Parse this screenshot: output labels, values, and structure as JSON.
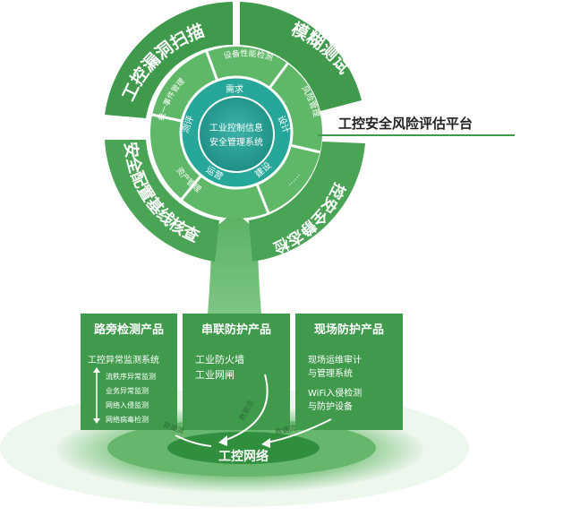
{
  "outer_ring": {
    "left_top": "工控漏洞扫描",
    "right_top": "模糊测试",
    "left_bottom": "安全配置基线核查",
    "right_bottom": "工控安全静态检查"
  },
  "middle_ring": {
    "top": "设备性能检测",
    "right_top": "风险管理",
    "right_bottom": "……",
    "left_bottom": "资产管理",
    "left_top": "统一事件管理"
  },
  "inner_ring": {
    "top": "需求",
    "right": "设计",
    "bottom_right": "建设",
    "bottom_left": "运营",
    "left": "测评"
  },
  "center": {
    "line1": "工业控制信息",
    "line2": "安全管理系统"
  },
  "platform_label": "工控安全风险评估平台",
  "panels": [
    {
      "title": "路旁检测产品",
      "items": [
        "工控异常监测系统",
        "流秩序异常监测",
        "业务异常监测",
        "网络入侵监测",
        "网络病毒检测"
      ]
    },
    {
      "title": "串联防护产品",
      "items": [
        "工业防火墙",
        "工业网闸"
      ]
    },
    {
      "title": "现场防护产品",
      "items": [
        "现场运维审计",
        "与管理系统",
        "WiFi入侵检测",
        "与防护设备"
      ]
    }
  ],
  "flows": [
    "数据流",
    "数据流",
    "数据流"
  ],
  "network_label": "工控网络",
  "colors": {
    "dark_green": "#3f9a4c",
    "light_green": "#5fb768",
    "teal": "#26a79a",
    "teal_dark": "#1e8e86"
  }
}
